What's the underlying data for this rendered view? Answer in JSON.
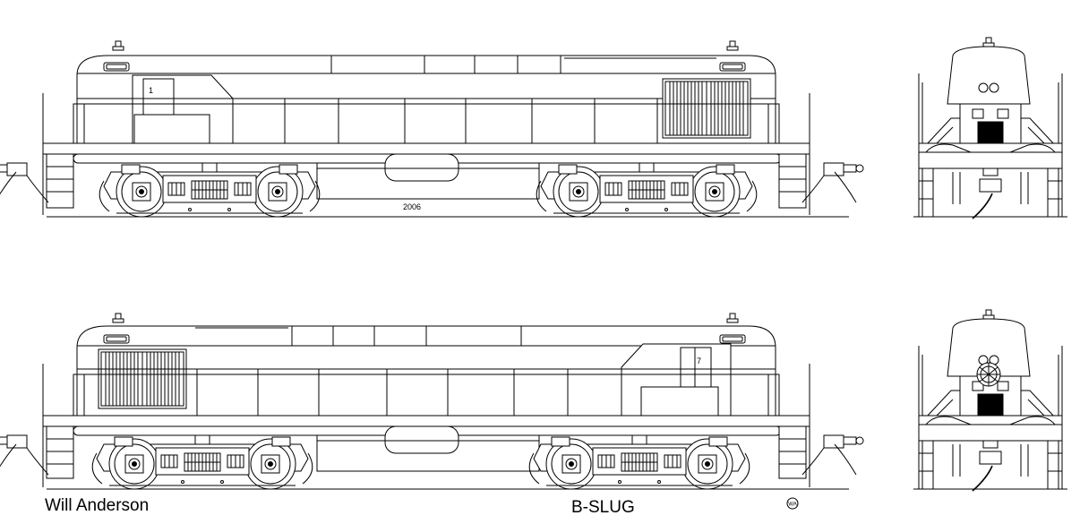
{
  "labels": {
    "road_number": "2006",
    "author": "Will Anderson",
    "title": "B-SLUG",
    "monogram": "WA"
  },
  "views": [
    {
      "name": "top-side-elevation",
      "grille_end": "rear"
    },
    {
      "name": "top-end-elevation"
    },
    {
      "name": "bottom-side-elevation",
      "grille_end": "front"
    },
    {
      "name": "bottom-end-elevation",
      "emblem": true
    }
  ]
}
